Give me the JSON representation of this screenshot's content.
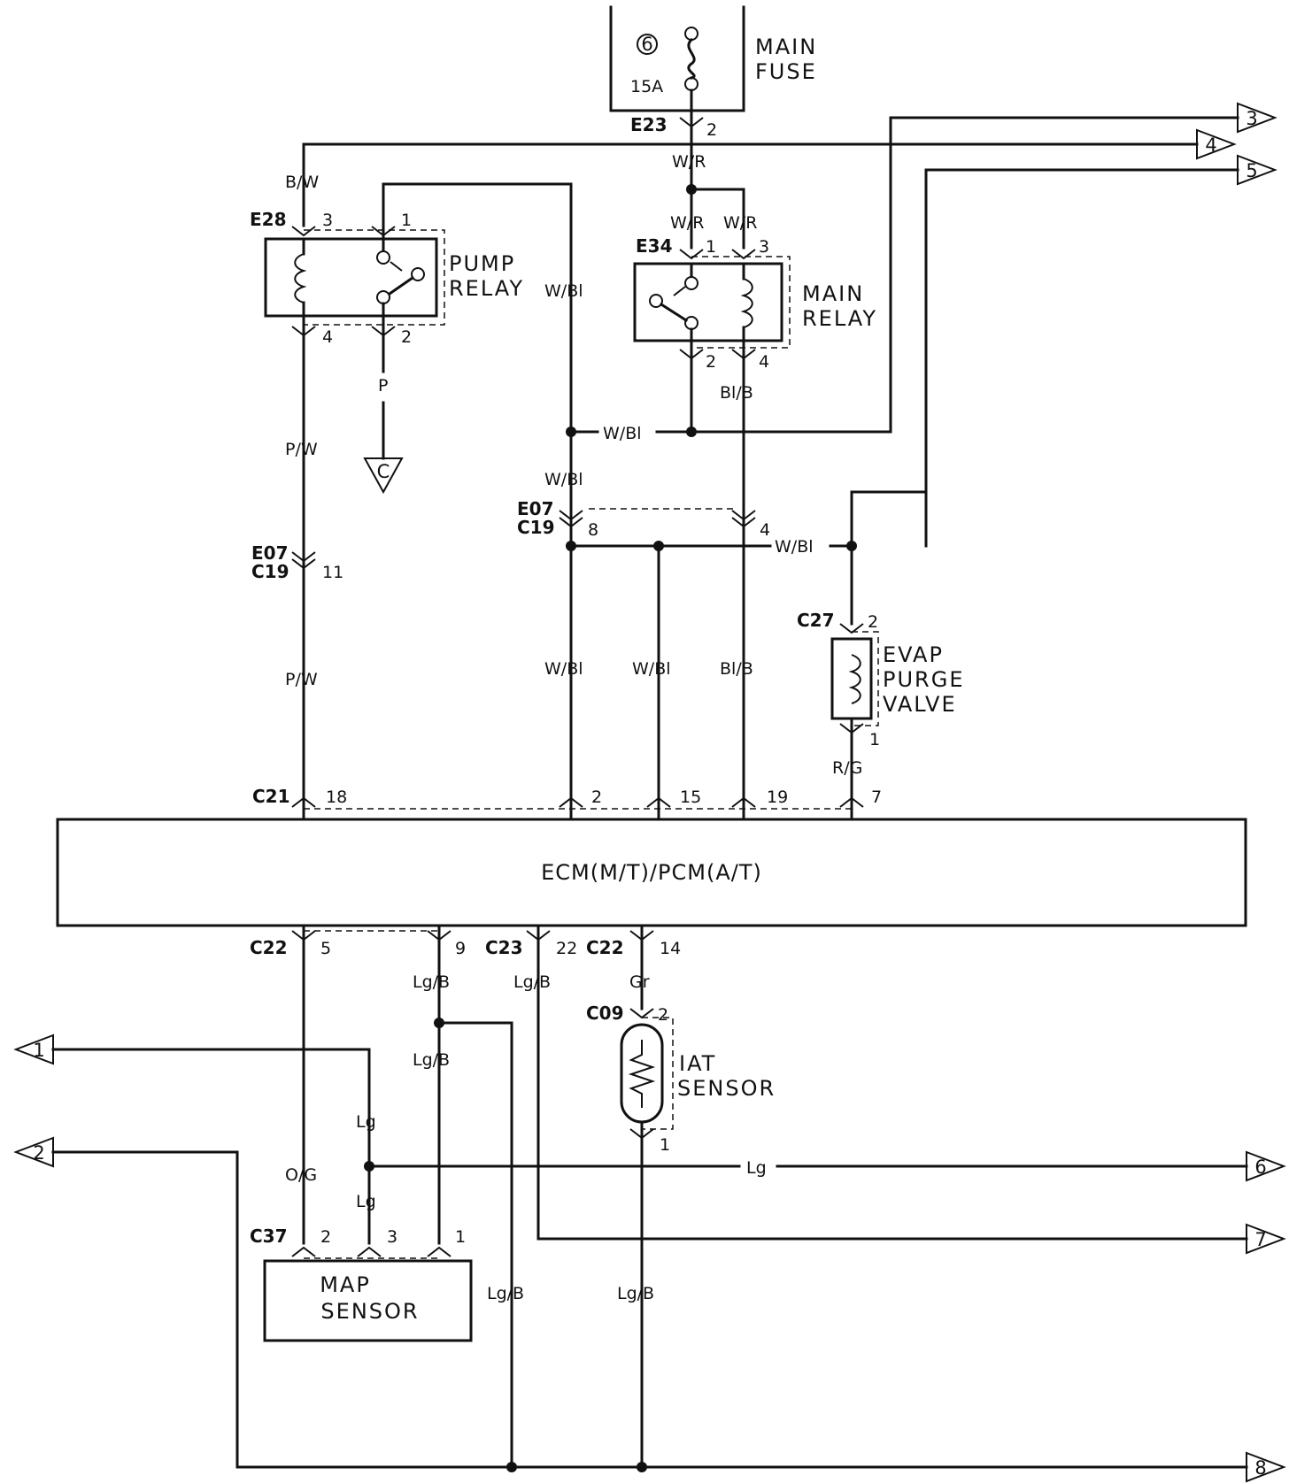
{
  "fuse": {
    "number": "6",
    "rating": "15A",
    "label_1": "MAIN",
    "label_2": "FUSE"
  },
  "components": {
    "pump_relay_1": "PUMP",
    "pump_relay_2": "RELAY",
    "main_relay_1": "MAIN",
    "main_relay_2": "RELAY",
    "evap_1": "EVAP",
    "evap_2": "PURGE",
    "evap_3": "VALVE",
    "ecm": "ECM(M/T)/PCM(A/T)",
    "iat_1": "IAT",
    "iat_2": "SENSOR",
    "map_1": "MAP",
    "map_2": "SENSOR"
  },
  "connectors": {
    "e23": "E23",
    "e28": "E28",
    "e34": "E34",
    "e07": "E07",
    "c19": "C19",
    "c27": "C27",
    "c21": "C21",
    "c22": "C22",
    "c23": "C23",
    "c09": "C09",
    "c37": "C37"
  },
  "pins": {
    "e23_2": "2",
    "e28_3": "3",
    "e28_1": "1",
    "e28_4": "4",
    "e28_2": "2",
    "e34_1": "1",
    "e34_3": "3",
    "e34_2": "2",
    "e34_4": "4",
    "e07_11": "11",
    "e07_8": "8",
    "e07_4": "4",
    "c27_2": "2",
    "c27_1": "1",
    "c21_18": "18",
    "c21_2": "2",
    "c21_15": "15",
    "c21_19": "19",
    "c21_7": "7",
    "c22_5": "5",
    "c22_9": "9",
    "c23_22": "22",
    "c22_14": "14",
    "c09_2": "2",
    "c09_1": "1",
    "c37_2": "2",
    "c37_3": "3",
    "c37_1": "1"
  },
  "wires": {
    "wr": "W/R",
    "bw": "B/W",
    "p": "P",
    "pw": "P/W",
    "wbl": "W/Bl",
    "blb": "Bl/B",
    "rg": "R/G",
    "lgb": "Lg/B",
    "gr": "Gr",
    "lg": "Lg",
    "og": "O/G"
  },
  "offpage": {
    "n1": "1",
    "n2": "2",
    "n3": "3",
    "n4": "4",
    "n5": "5",
    "n6": "6",
    "n7": "7",
    "n8": "8",
    "c": "C"
  }
}
